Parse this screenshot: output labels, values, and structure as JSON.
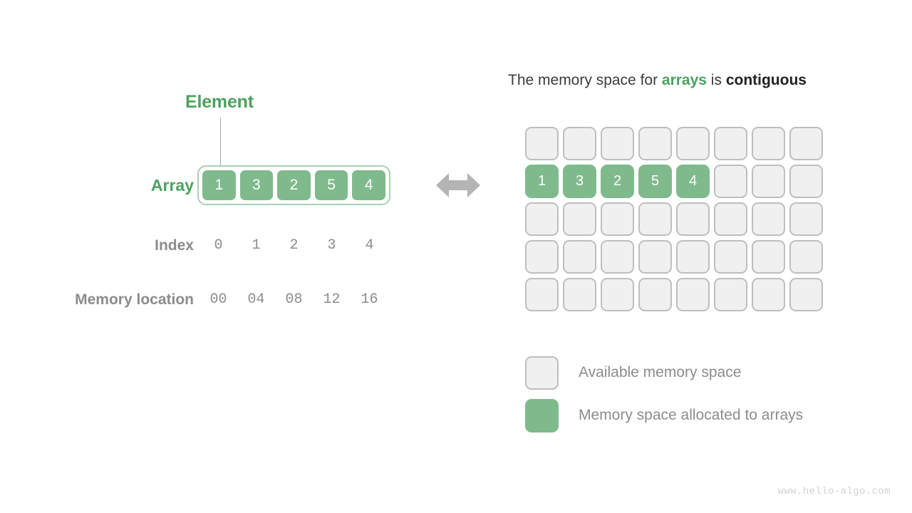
{
  "left_panel": {
    "element_label": "Element",
    "rows": {
      "array_label": "Array",
      "index_label": "Index",
      "memory_label": "Memory location"
    },
    "array_values": [
      "1",
      "3",
      "2",
      "5",
      "4"
    ],
    "index_values": [
      "0",
      "1",
      "2",
      "3",
      "4"
    ],
    "memory_values": [
      "00",
      "04",
      "08",
      "12",
      "16"
    ]
  },
  "connector": {
    "arrow_name": "double-headed-arrow"
  },
  "right_panel": {
    "title": {
      "part1": "The memory space for ",
      "highlight_green": "arrays",
      "part2": " is ",
      "highlight_dark": "contiguous"
    },
    "grid": {
      "columns": 8,
      "rows": 5,
      "filled_row_index": 1,
      "filled_values": [
        "1",
        "3",
        "2",
        "5",
        "4"
      ]
    },
    "legend": [
      {
        "swatch": "empty",
        "label": "Available memory space"
      },
      {
        "swatch": "filled",
        "label": "Memory space allocated to arrays"
      }
    ]
  },
  "watermark": "www.hello-algo.com",
  "colors": {
    "green_fill": "#7FBA8C",
    "green_text": "#4CA25F",
    "green_border": "#A9D0B2",
    "gray_text": "#8C8C8C",
    "dark_text": "#3C3C3C",
    "cell_empty_bg": "#F0F0F0",
    "cell_empty_border": "#BEBEBE",
    "arrow": "#B4B4B4",
    "watermark": "#D2D2D2"
  }
}
